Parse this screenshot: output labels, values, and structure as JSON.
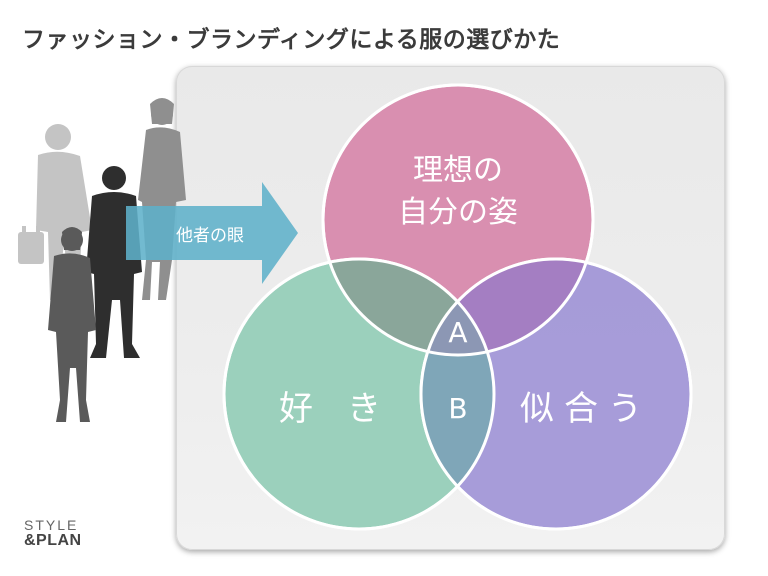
{
  "title": "ファッション・ブランディングによる服の選びかた",
  "arrow_label": "他者の眼",
  "circles": {
    "ideal_line1": "理想の",
    "ideal_line2": "自分の姿",
    "like": "好　き",
    "suits": "似合う"
  },
  "regions": {
    "a": "A",
    "b": "B"
  },
  "logo": {
    "line1": "STYLE",
    "line2": "&PLAN"
  },
  "colors": {
    "ideal": "#d98fb0",
    "like": "#94cdb8",
    "suits": "#9f92d6",
    "arrow": "#5fb0c9",
    "panel": "#ececec"
  }
}
